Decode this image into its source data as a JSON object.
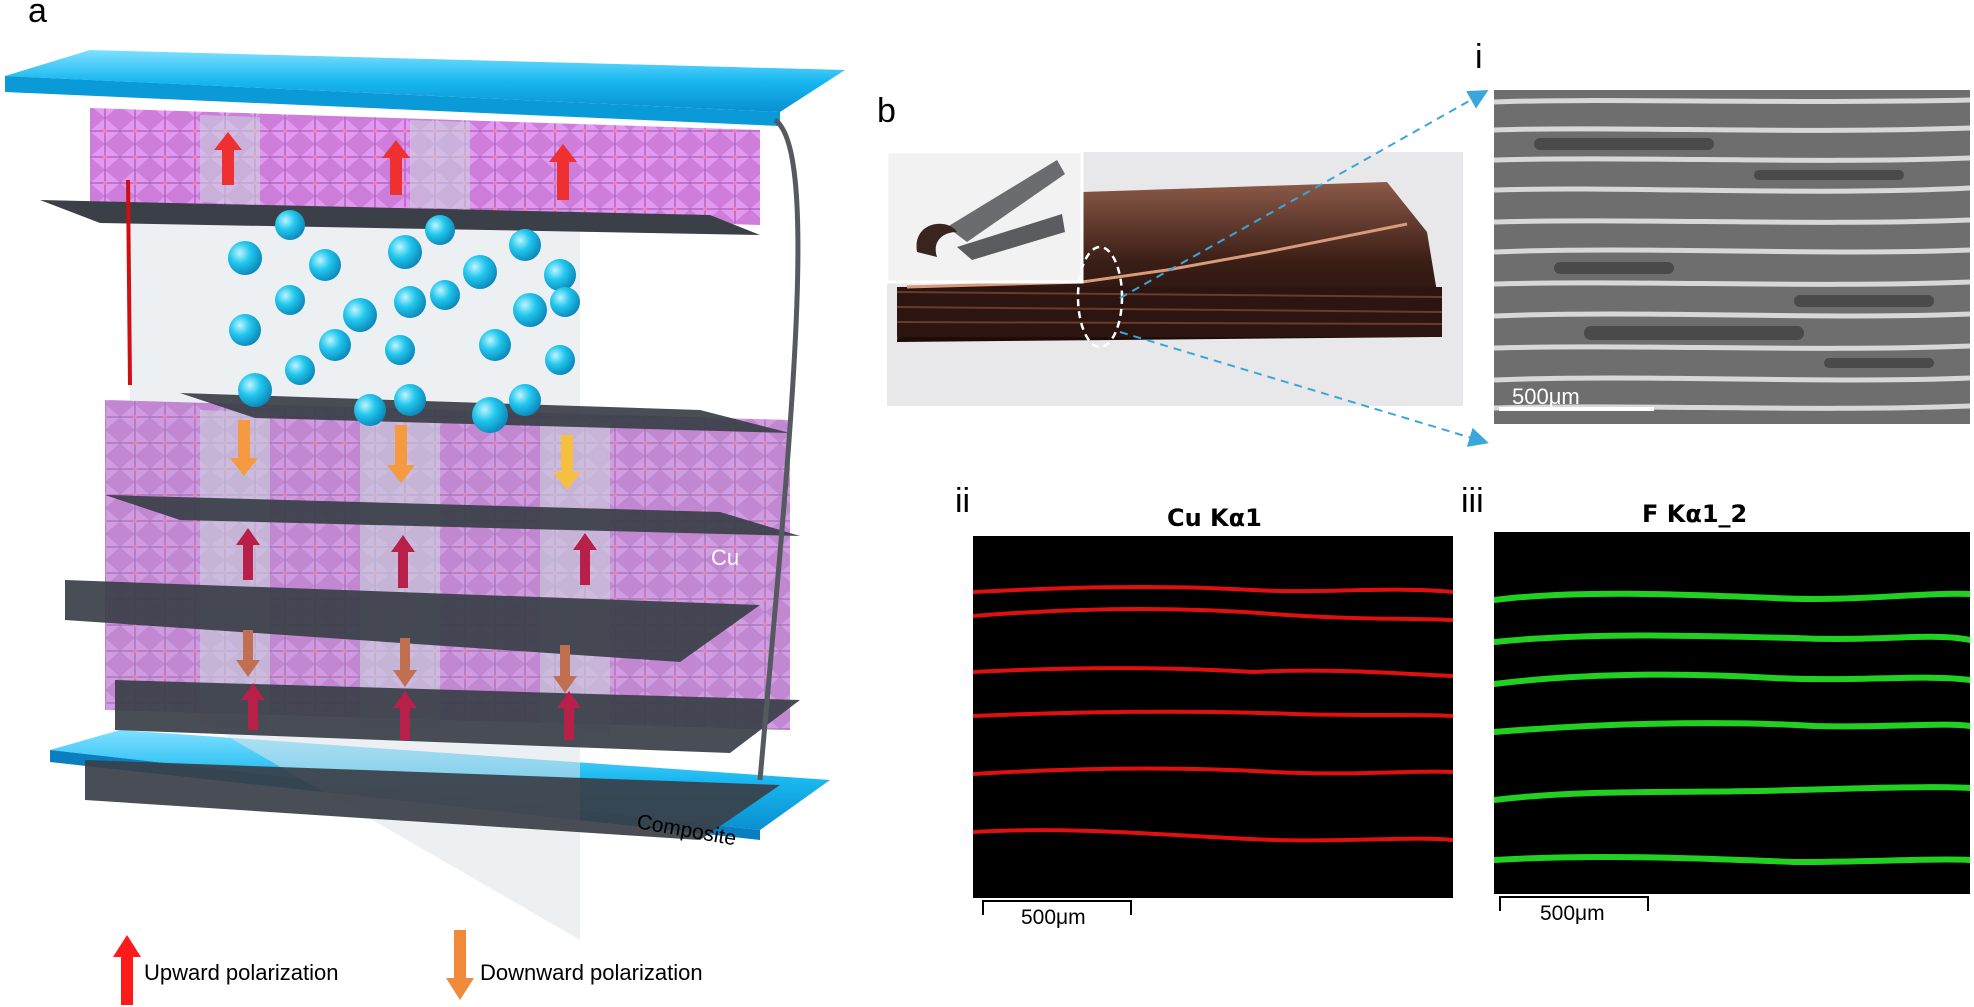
{
  "panels": {
    "a": "a",
    "b": "b",
    "i": "i",
    "ii": "ii",
    "iii": "iii"
  },
  "schematic": {
    "cu_label": "Cu",
    "composite_label": "Composite"
  },
  "legend": {
    "up": "Upward polarization",
    "down": "Downward polarization",
    "up_color": "#ff1a1a",
    "down_color": "#f08a3a"
  },
  "sem": {
    "scale": "500μm"
  },
  "cu_map": {
    "title": "Cu Kα1",
    "scale": "500μm",
    "color": "#e01010"
  },
  "f_map": {
    "title": "F Kα1_2",
    "scale": "500μm",
    "color": "#22d022"
  }
}
